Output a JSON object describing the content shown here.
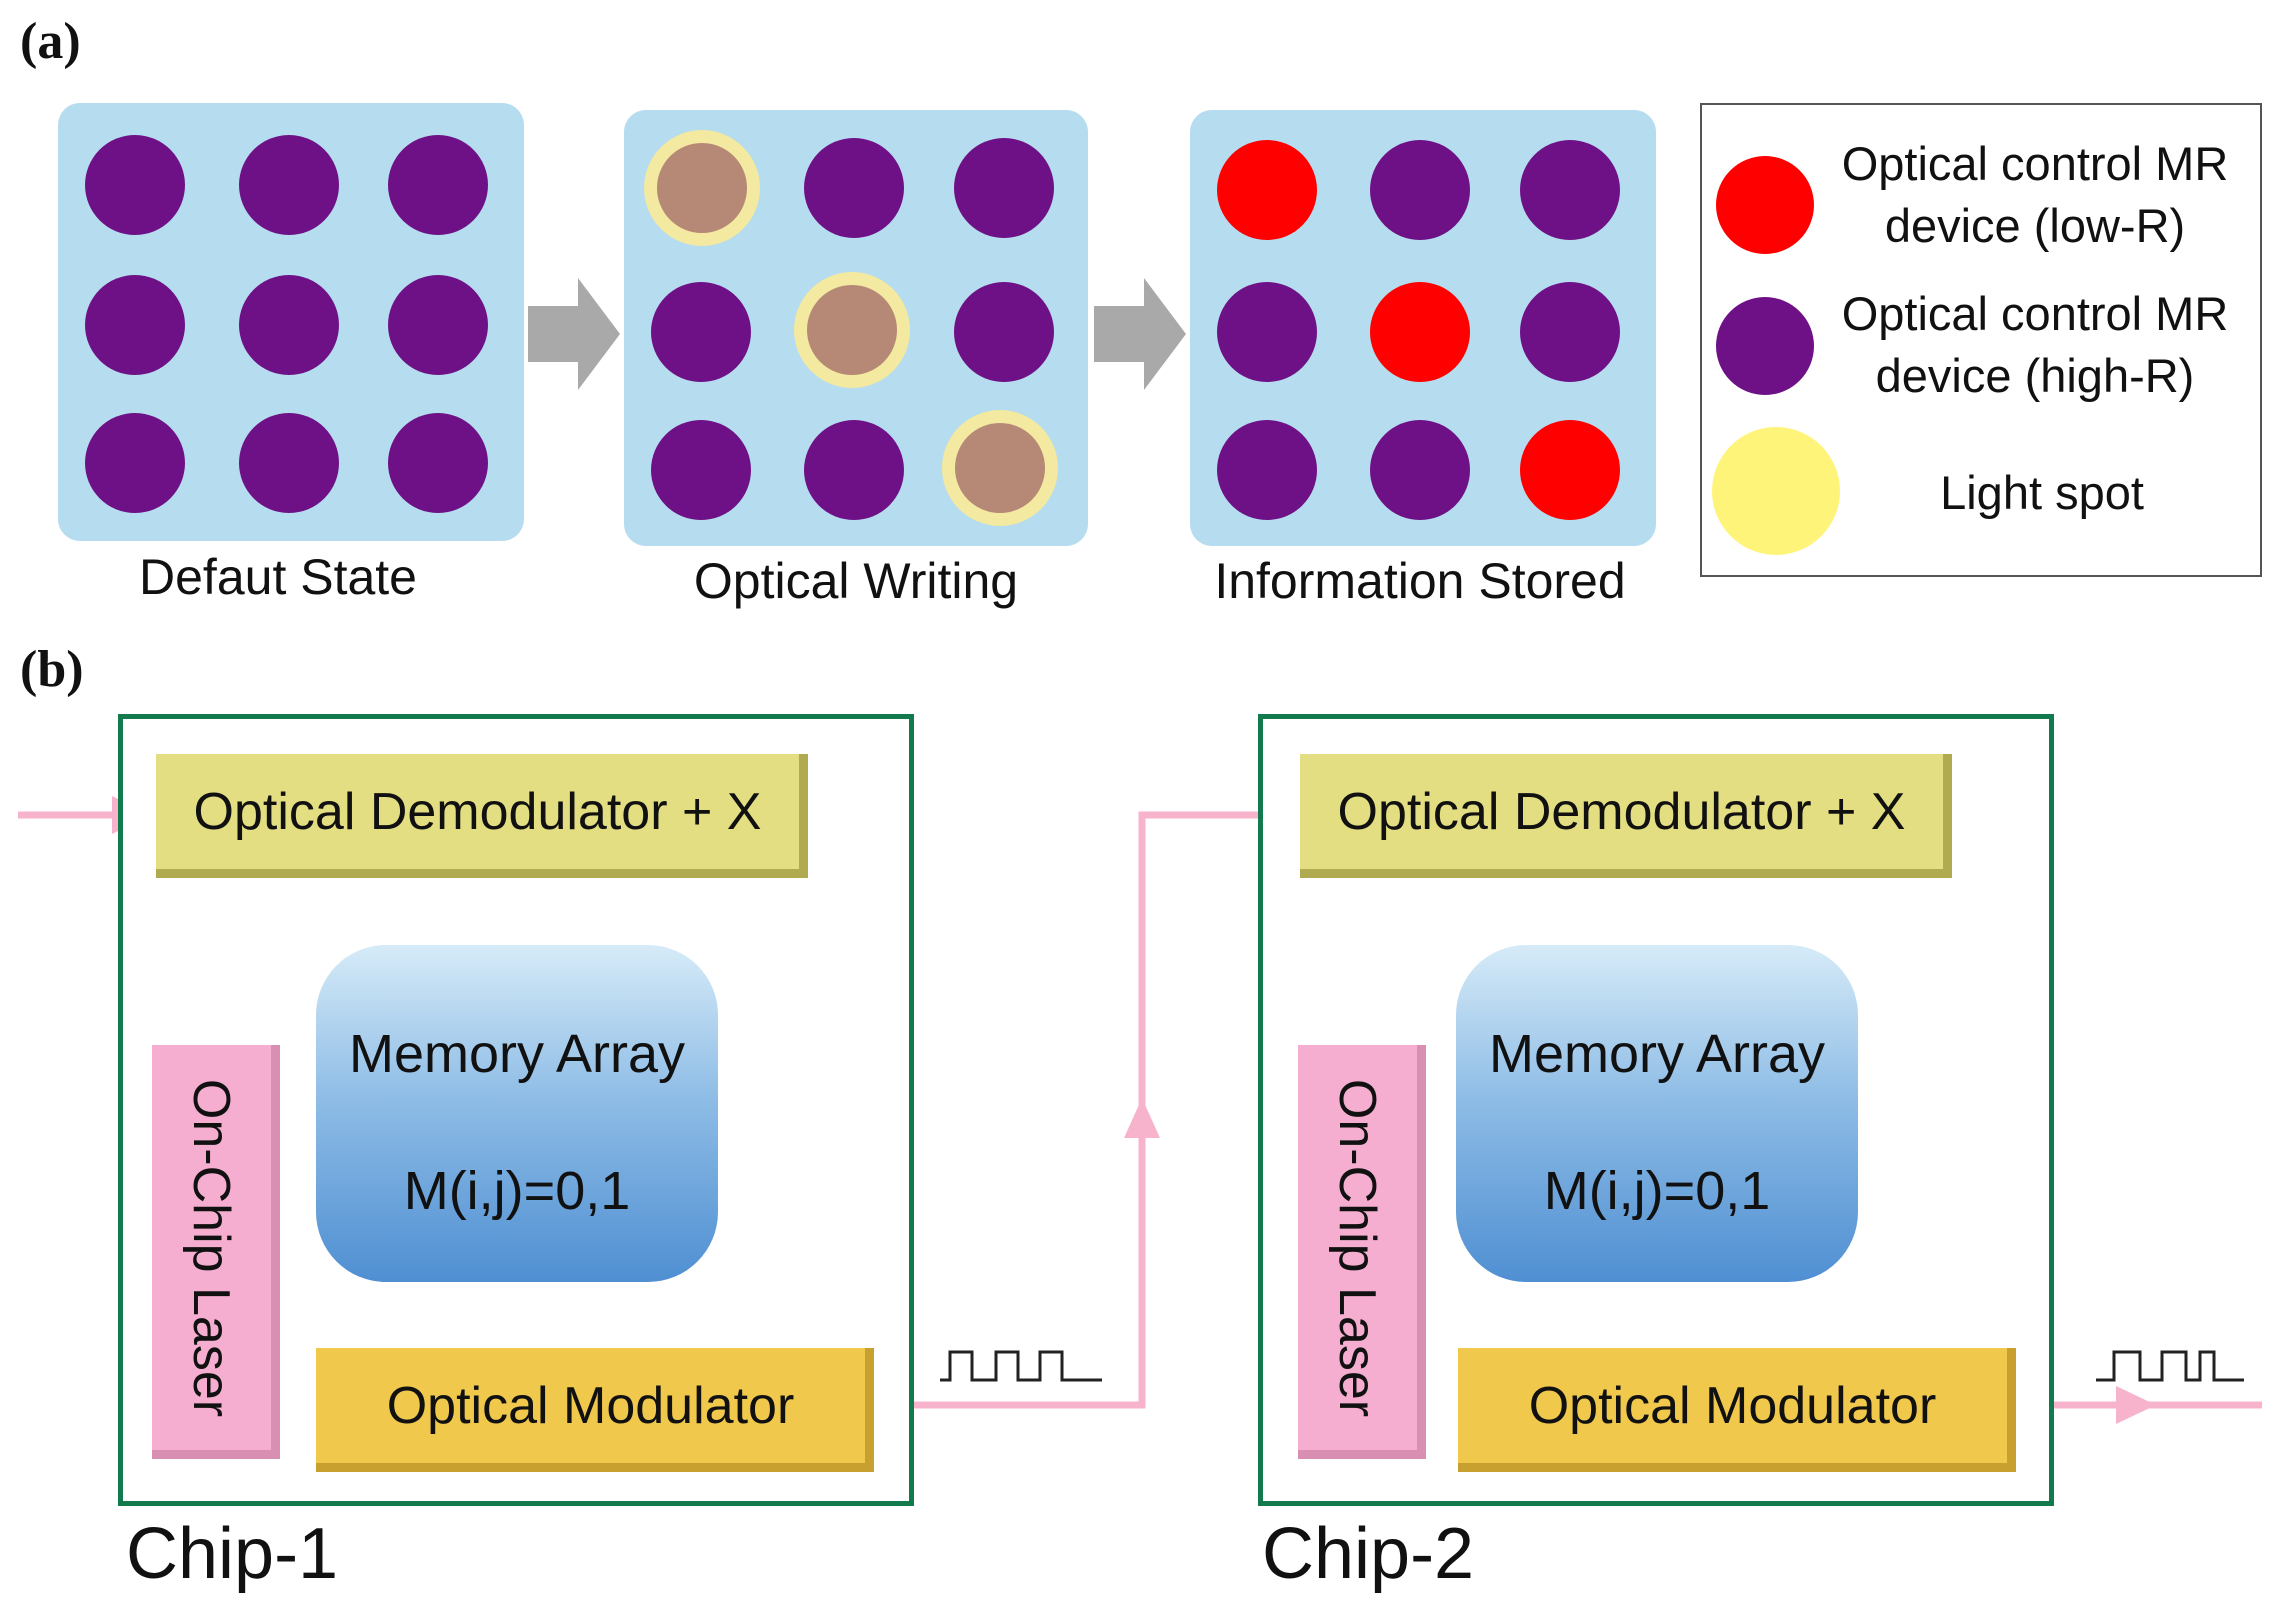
{
  "panel_a": {
    "label": "(a)",
    "stages": [
      {
        "caption": "Defaut State",
        "cells": [
          "high",
          "high",
          "high",
          "high",
          "high",
          "high",
          "high",
          "high",
          "high"
        ]
      },
      {
        "caption": "Optical Writing",
        "cells": [
          "spot",
          "high",
          "high",
          "high",
          "spot",
          "high",
          "high",
          "high",
          "spot"
        ]
      },
      {
        "caption": "Information Stored",
        "cells": [
          "low",
          "high",
          "high",
          "high",
          "low",
          "high",
          "high",
          "high",
          "low"
        ]
      }
    ],
    "legend": [
      {
        "key": "low",
        "line1": "Optical control MR",
        "line2": "device (low-R)"
      },
      {
        "key": "high",
        "line1": "Optical control MR",
        "line2": "device (high-R)"
      },
      {
        "key": "spot",
        "line1": "Light spot",
        "line2": ""
      }
    ]
  },
  "panel_b": {
    "label": "(b)",
    "chips": [
      {
        "label": "Chip-1",
        "demodulator": "Optical Demodulator + X",
        "memory_title": "Memory Array",
        "memory_formula": "M(i,j)=0,1",
        "laser": "On-Chip Laser",
        "modulator": "Optical Modulator"
      },
      {
        "label": "Chip-2",
        "demodulator": "Optical Demodulator + X",
        "memory_title": "Memory Array",
        "memory_formula": "M(i,j)=0,1",
        "laser": "On-Chip Laser",
        "modulator": "Optical Modulator"
      }
    ]
  },
  "colors": {
    "grid_background": "#b6dcef",
    "high_r": "#6e1186",
    "low_r": "#ff0000",
    "light_spot": "#fff47a",
    "optical_link": "#f7b3cc",
    "chip_border": "#137a4e"
  }
}
